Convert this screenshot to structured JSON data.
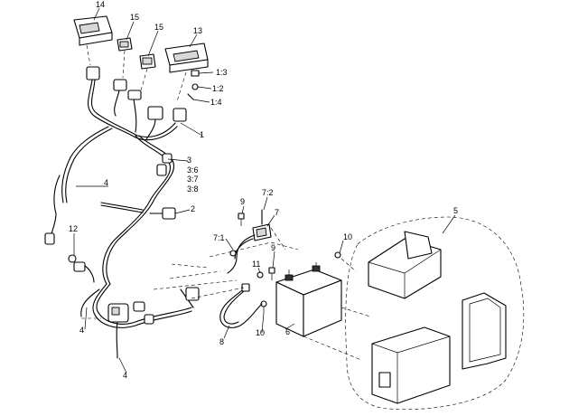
{
  "callouts": {
    "c14": "14",
    "c15a": "15",
    "c15b": "15",
    "c13": "13",
    "c1_3": "1:3",
    "c1_2": "1:2",
    "c1_4": "1:4",
    "c1": "1",
    "c3": "3",
    "c3_6": "3:6",
    "c3_7": "3:7",
    "c3_8": "3:8",
    "c4a": "4",
    "c2": "2",
    "c12": "12",
    "c4b": "4",
    "c4c": "4",
    "c9a": "9",
    "c7_2": "7:2",
    "c7": "7",
    "c7_1": "7:1",
    "c10a": "10",
    "c9b": "9",
    "c11": "11",
    "c8": "8",
    "c10b": "10",
    "c6": "6",
    "c5": "5"
  }
}
